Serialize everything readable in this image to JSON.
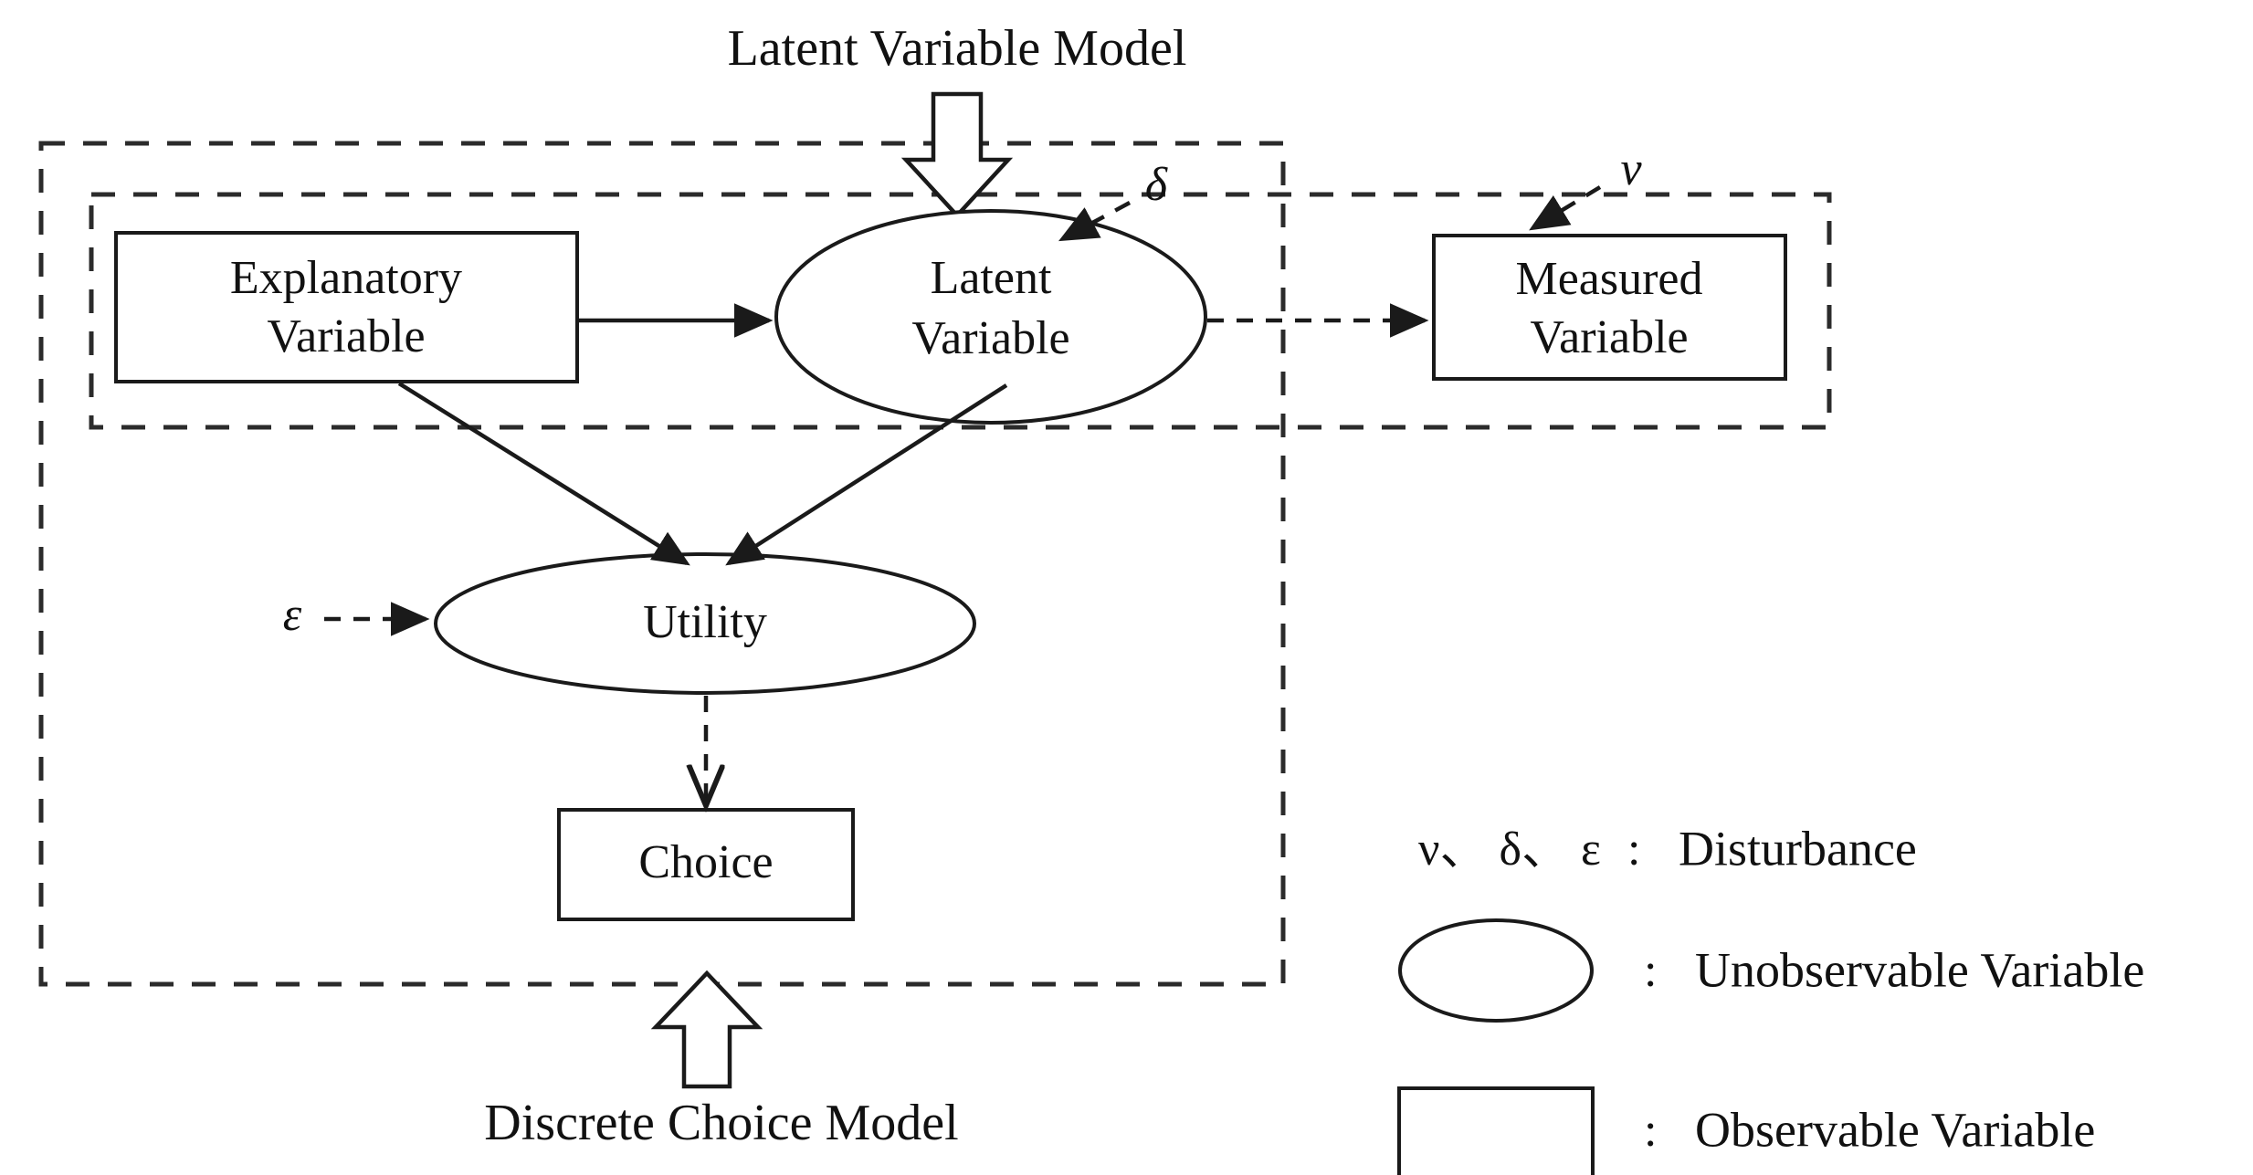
{
  "diagram": {
    "title_top": "Latent Variable Model",
    "title_bottom": "Discrete Choice Model",
    "nodes": {
      "explanatory_variable": {
        "line1": "Explanatory",
        "line2": "Variable",
        "shape": "rectangle"
      },
      "latent_variable": {
        "line1": "Latent",
        "line2": "Variable",
        "shape": "ellipse"
      },
      "measured_variable": {
        "line1": "Measured",
        "line2": "Variable",
        "shape": "rectangle"
      },
      "utility": {
        "line1": "Utility",
        "shape": "ellipse"
      },
      "choice": {
        "line1": "Choice",
        "shape": "rectangle"
      }
    },
    "disturbances": {
      "nu": "ν",
      "delta": "δ",
      "epsilon": "ε"
    },
    "legend": [
      {
        "symbol": "ν、 δ、 ε",
        "separator": ":",
        "label": "Disturbance",
        "icon": "greek-symbols"
      },
      {
        "symbol": "",
        "separator": ":",
        "label": "Unobservable Variable",
        "icon": "ellipse-icon"
      },
      {
        "symbol": "",
        "separator": ":",
        "label": "Observable Variable",
        "icon": "rectangle-icon"
      }
    ],
    "colors": {
      "stroke": "#1a1a1a",
      "dashed_stroke": "#2b2b2b",
      "background": "#ffffff"
    }
  }
}
